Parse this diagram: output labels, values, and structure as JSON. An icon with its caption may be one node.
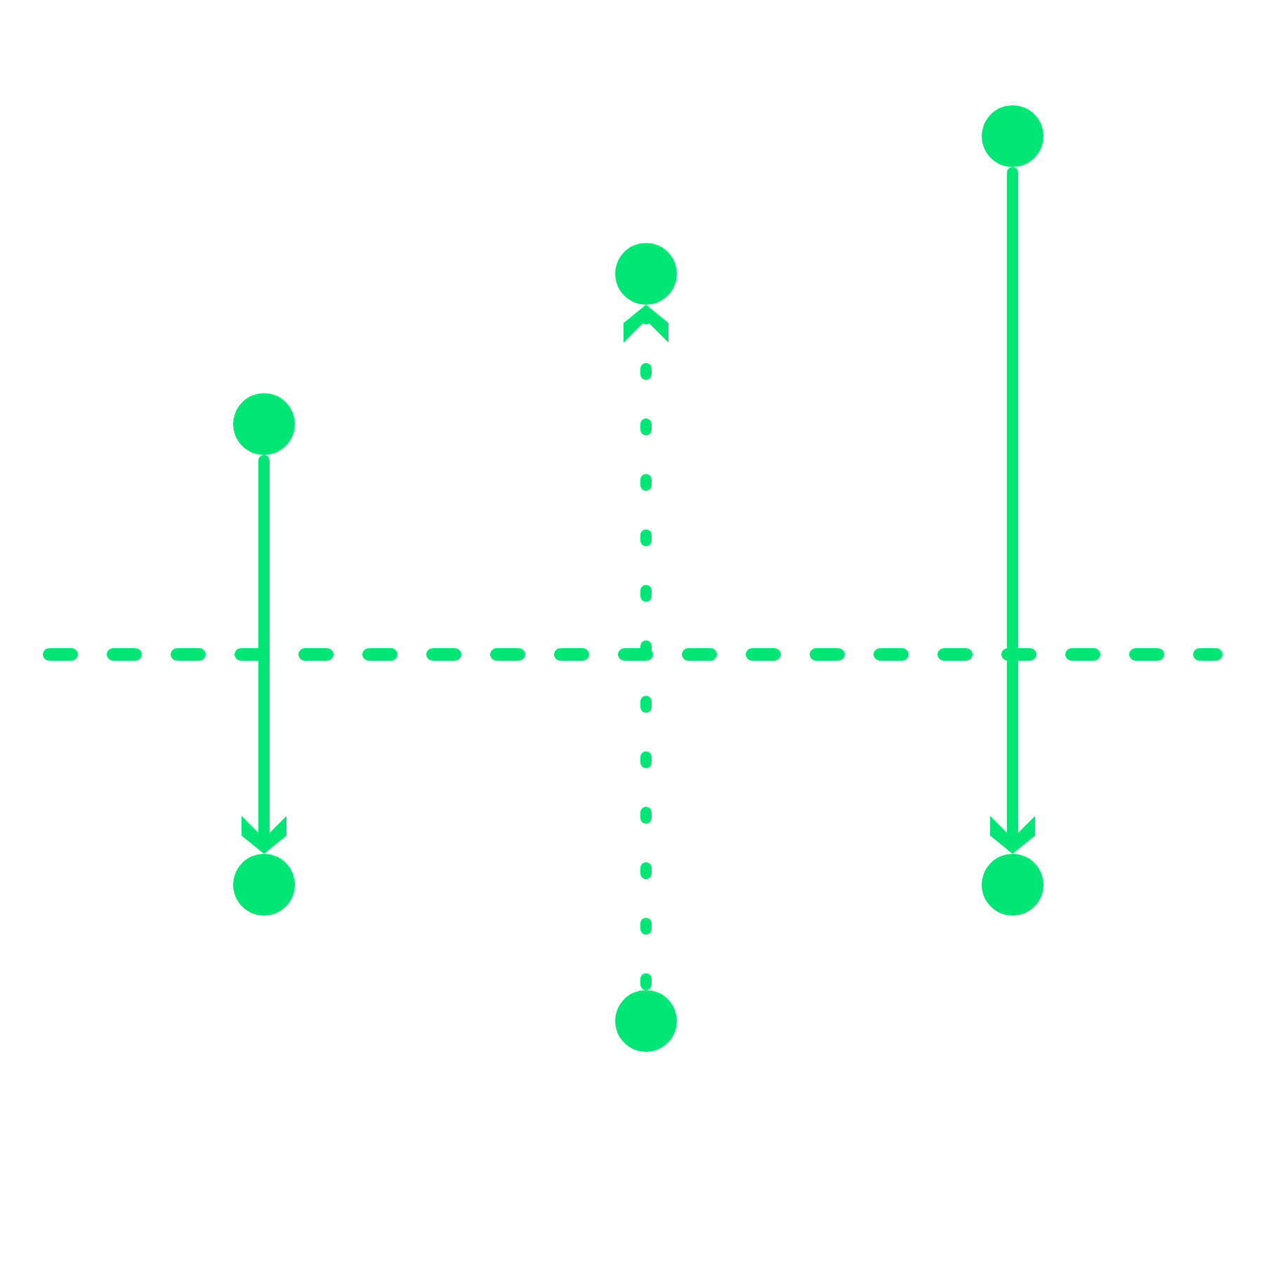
{
  "diagram": {
    "nodes": [
      {
        "text": [],
        "shape": "circle"
      },
      {
        "text": [],
        "shape": "circle"
      },
      {
        "text": [],
        "shape": "circle"
      },
      {
        "text": [],
        "shape": "circle"
      },
      {
        "text": [],
        "shape": "circle"
      },
      {
        "text": [],
        "shape": "circle"
      }
    ],
    "edges": [
      {
        "from": 0,
        "to": 1,
        "arrow": "to"
      },
      {
        "from": 3,
        "to": 2,
        "arrow": "to",
        "style": "dashed"
      },
      {
        "from": 4,
        "to": 5,
        "arrow": "to"
      }
    ]
  }
}
